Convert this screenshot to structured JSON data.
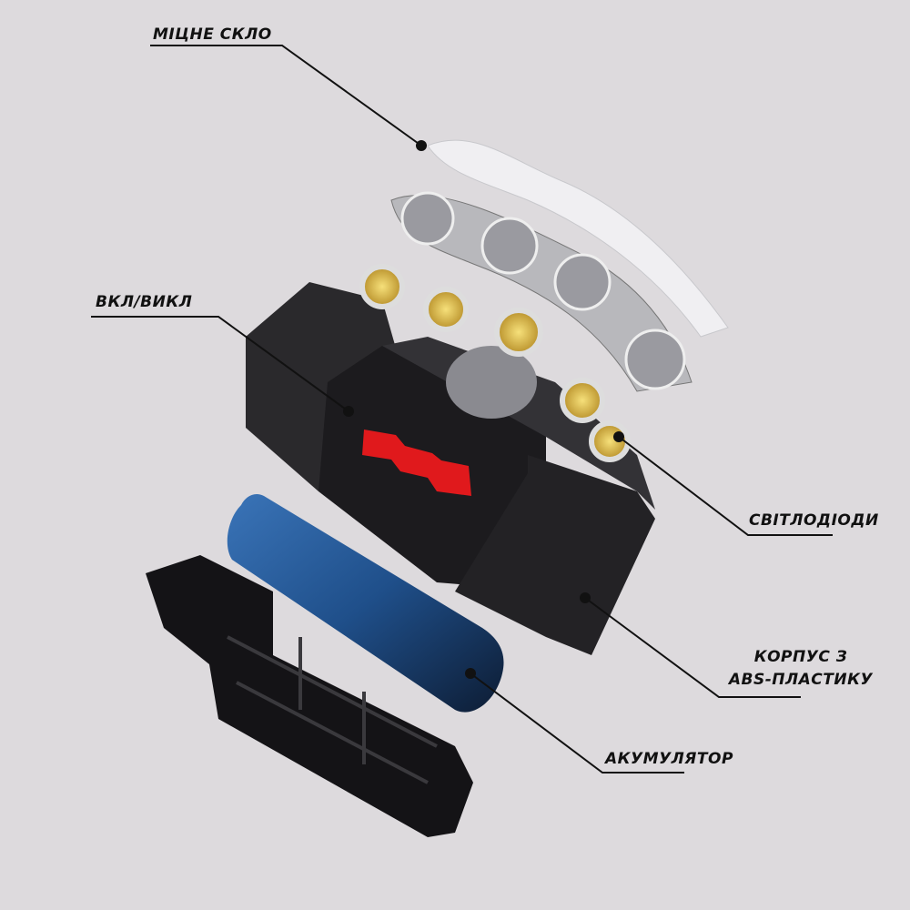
{
  "labels": {
    "glass": "МІЦНЕ СКЛО",
    "switch": "ВКЛ/ВИКЛ",
    "leds": "СВІТЛОДІОДИ",
    "body_line1": "КОРПУС З",
    "body_line2": "ABS-ПЛАСТИКУ",
    "battery": "АКУМУЛЯТОР"
  },
  "colors": {
    "background": "#dddadd",
    "housing": "#1c1b1e",
    "switch": "#e0191c",
    "battery": "#1f4f8a",
    "led": "#e8c53a"
  }
}
